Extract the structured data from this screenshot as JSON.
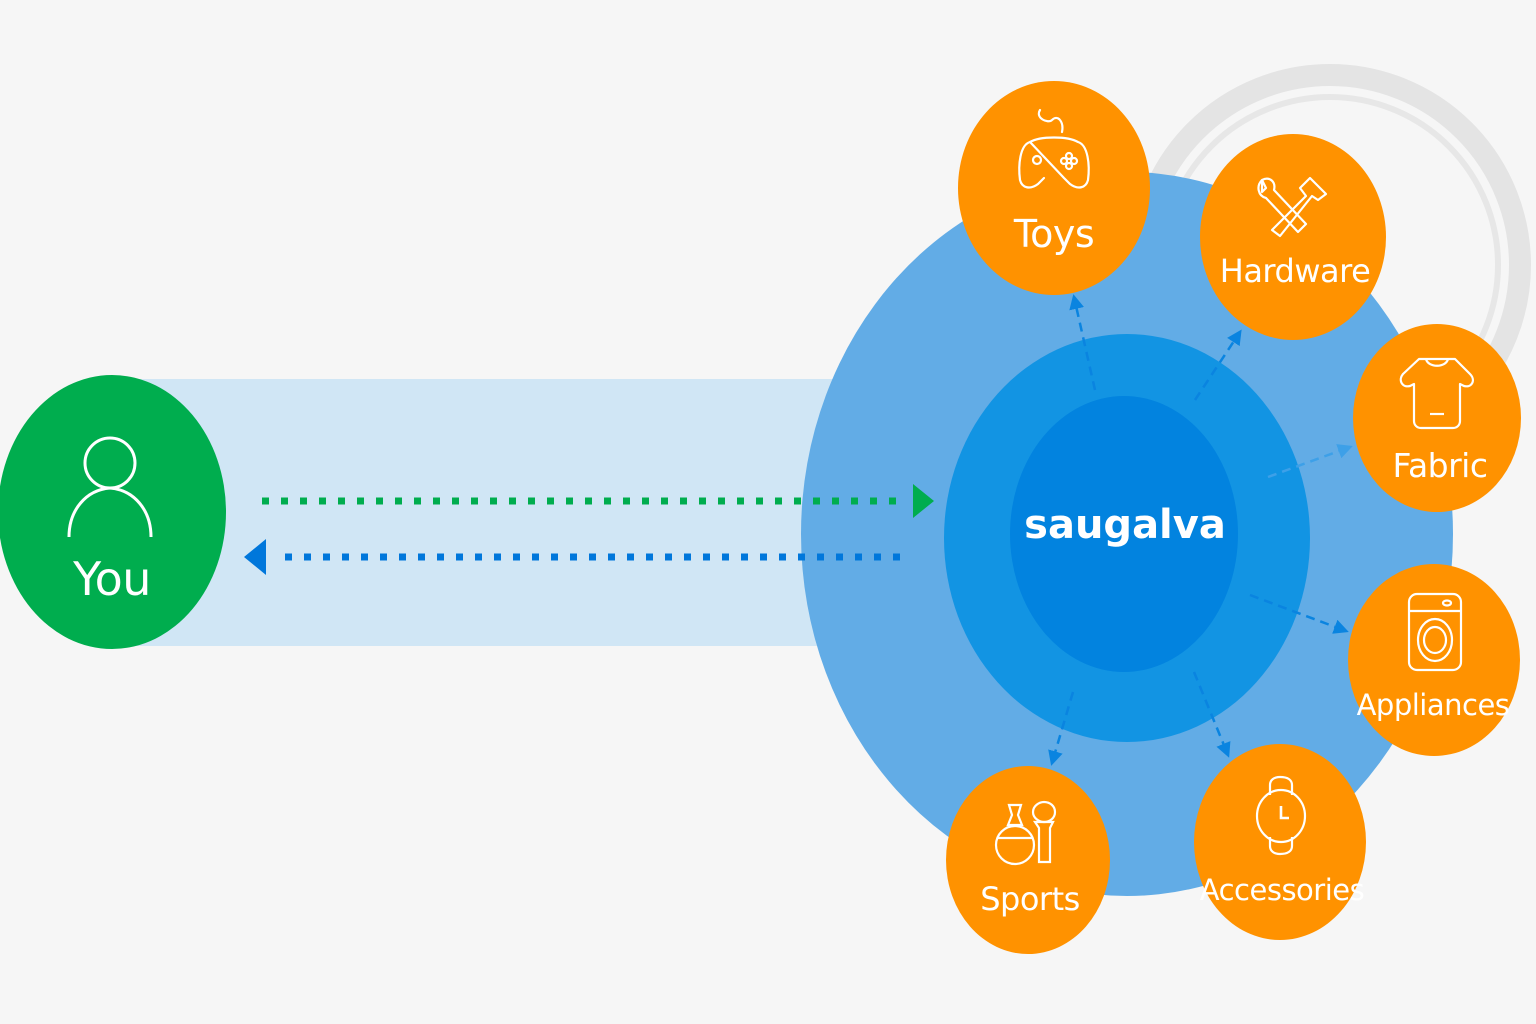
{
  "diagram": {
    "title": "",
    "colors": {
      "background": "#f6f6f6",
      "user_node": "#00ad4e",
      "channel": "#d0e6f5",
      "outer_ring": "#62ace6",
      "middle_ring": "#1294e3",
      "core": "#0283df",
      "category_node": "#ff9200",
      "request_arrow": "#00ad4e",
      "response_arrow": "#0077db",
      "spoke_arrow": "#0a84e0",
      "decor_ring": "#e2e2e2"
    },
    "user": {
      "label": "You",
      "icon": "user-icon"
    },
    "hub": {
      "label": "saugalva"
    },
    "flows": [
      {
        "from": "You",
        "to": "saugalva",
        "style": "dotted",
        "color": "green"
      },
      {
        "from": "saugalva",
        "to": "You",
        "style": "dotted",
        "color": "blue"
      }
    ],
    "categories": [
      {
        "label": "Toys",
        "icon": "gamepad-icon"
      },
      {
        "label": "Hardware",
        "icon": "tools-icon"
      },
      {
        "label": "Fabric",
        "icon": "shirt-icon"
      },
      {
        "label": "Appliances",
        "icon": "washing-machine-icon"
      },
      {
        "label": "Accessories",
        "icon": "watch-icon"
      },
      {
        "label": "Sports",
        "icon": "sports-bottle-icon"
      }
    ]
  }
}
